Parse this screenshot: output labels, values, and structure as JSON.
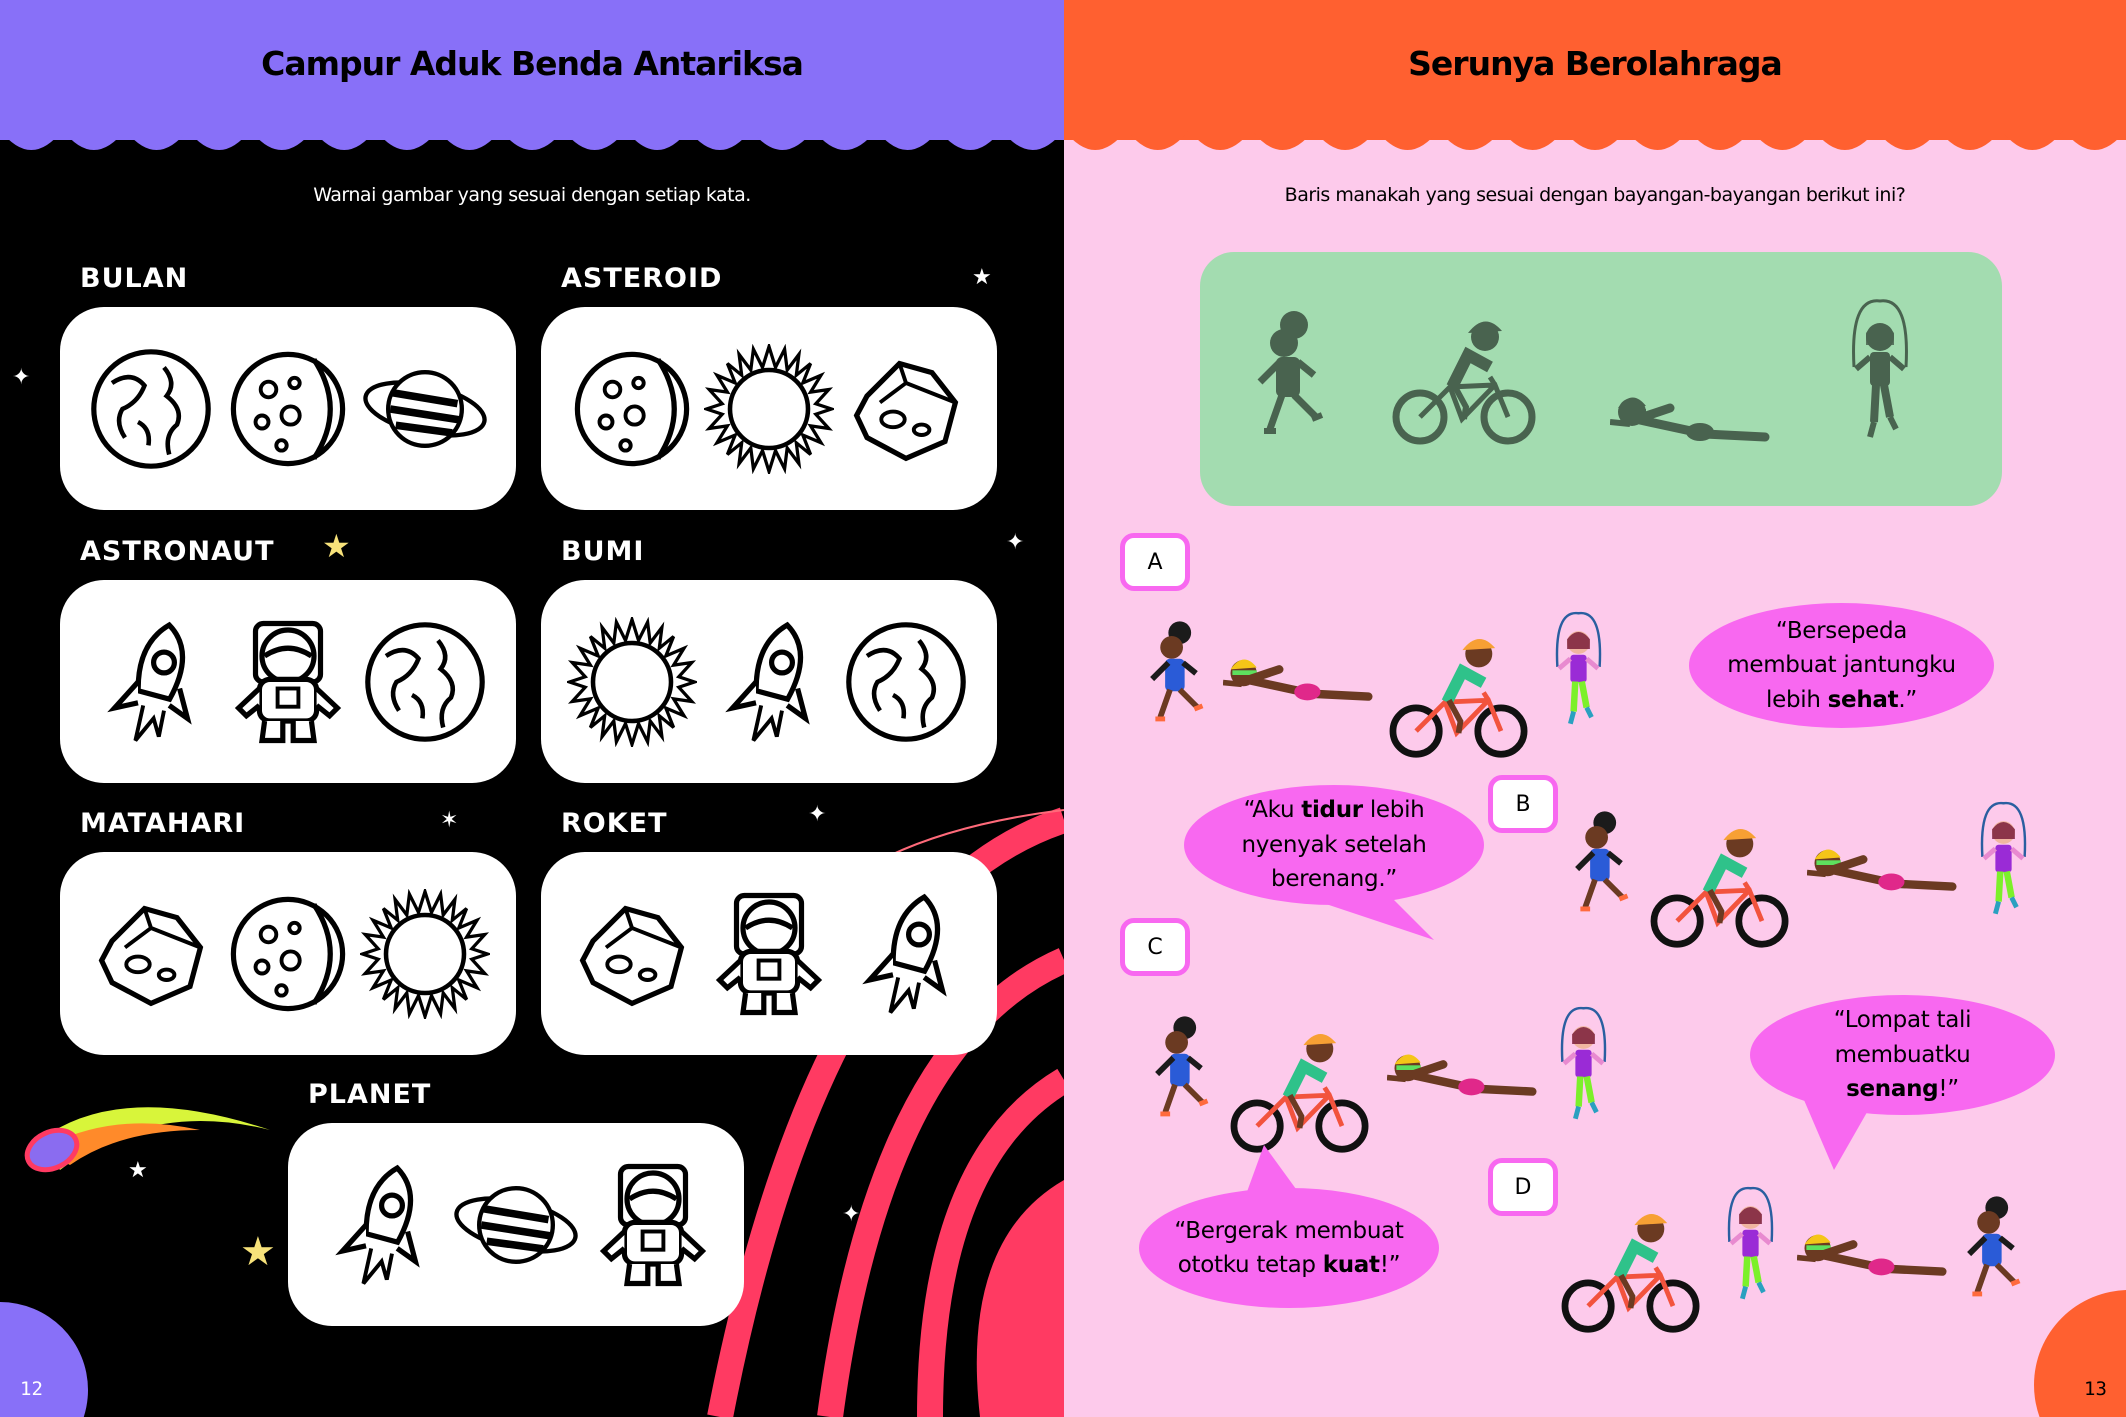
{
  "left_page": {
    "title": "Campur Aduk Benda Antariksa",
    "instruction": "Warnai gambar yang sesuai dengan setiap kata.",
    "page_number": "12",
    "header_color": "#8870F8",
    "groups": [
      {
        "label": "BULAN",
        "icons": [
          "earth-icon",
          "moon-icon",
          "planet-icon"
        ]
      },
      {
        "label": "ASTEROID",
        "icons": [
          "moon-icon",
          "sun-icon",
          "asteroid-icon"
        ]
      },
      {
        "label": "ASTRONAUT",
        "icons": [
          "rocket-icon",
          "astronaut-icon",
          "earth-icon"
        ]
      },
      {
        "label": "BUMI",
        "icons": [
          "sun-icon",
          "rocket-icon",
          "earth-icon"
        ]
      },
      {
        "label": "MATAHARI",
        "icons": [
          "asteroid-icon",
          "moon-icon",
          "sun-icon"
        ]
      },
      {
        "label": "ROKET",
        "icons": [
          "asteroid-icon",
          "astronaut-icon",
          "rocket-icon"
        ]
      },
      {
        "label": "PLANET",
        "icons": [
          "rocket-icon",
          "planet-icon",
          "astronaut-icon"
        ]
      }
    ]
  },
  "right_page": {
    "title": "Serunya Berolahraga",
    "question": "Baris manakah yang sesuai dengan bayangan-bayangan berikut ini?",
    "page_number": "13",
    "header_color": "#FF6030",
    "shadow_sequence": [
      "runner",
      "cyclist",
      "swimmer",
      "jumper"
    ],
    "options": [
      {
        "label": "A",
        "sequence": [
          "runner",
          "swimmer",
          "cyclist",
          "jumper"
        ]
      },
      {
        "label": "B",
        "sequence": [
          "runner",
          "cyclist",
          "swimmer",
          "jumper"
        ]
      },
      {
        "label": "C",
        "sequence": [
          "runner",
          "cyclist",
          "swimmer",
          "jumper"
        ]
      },
      {
        "label": "D",
        "sequence": [
          "cyclist",
          "jumper",
          "swimmer",
          "runner"
        ]
      }
    ],
    "bubbles": [
      {
        "pre": "“Bersepeda membuat jantungku lebih ",
        "bold": "sehat",
        "post": ".”"
      },
      {
        "pre": "“Aku ",
        "bold": "tidur",
        "post": " lebih nyenyak setelah berenang.”"
      },
      {
        "pre": "“Bergerak membuat ototku tetap ",
        "bold": "kuat",
        "post": "!”"
      },
      {
        "pre": "“Lompat tali membuatku ",
        "bold": "senang",
        "post": "!”"
      }
    ]
  }
}
